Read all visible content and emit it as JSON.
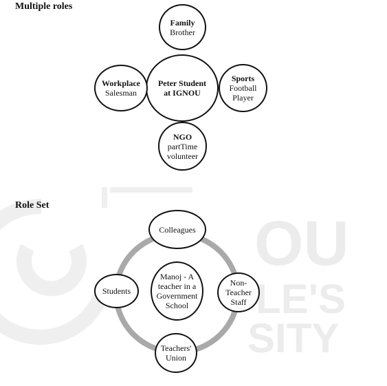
{
  "multiple_roles": {
    "title": "Multiple roles",
    "center": {
      "line1": "Peter Student",
      "line2": "at IGNOU"
    },
    "top": {
      "heading": "Family",
      "line1": "Brother"
    },
    "left": {
      "heading": "Workplace",
      "line1": "Salesman"
    },
    "right": {
      "heading": "Sports",
      "line1": "Football",
      "line2": "Player"
    },
    "bottom": {
      "heading": "NGO",
      "line1": "partTime",
      "line2": "volunteer"
    }
  },
  "role_set": {
    "title": "Role Set",
    "center": {
      "line1": "Manoj - A",
      "line2": "teacher in a",
      "line3": "Government",
      "line4": "School"
    },
    "top": {
      "line1": "Colleagues"
    },
    "left": {
      "line1": "Students"
    },
    "right": {
      "line1": "Non-",
      "line2": "Teacher",
      "line3": "Staff"
    },
    "bottom": {
      "line1": "Teachers'",
      "line2": "Union"
    }
  },
  "colors": {
    "outline": "#111111",
    "ring": "#a9a9a9",
    "watermark": "#efefef"
  }
}
